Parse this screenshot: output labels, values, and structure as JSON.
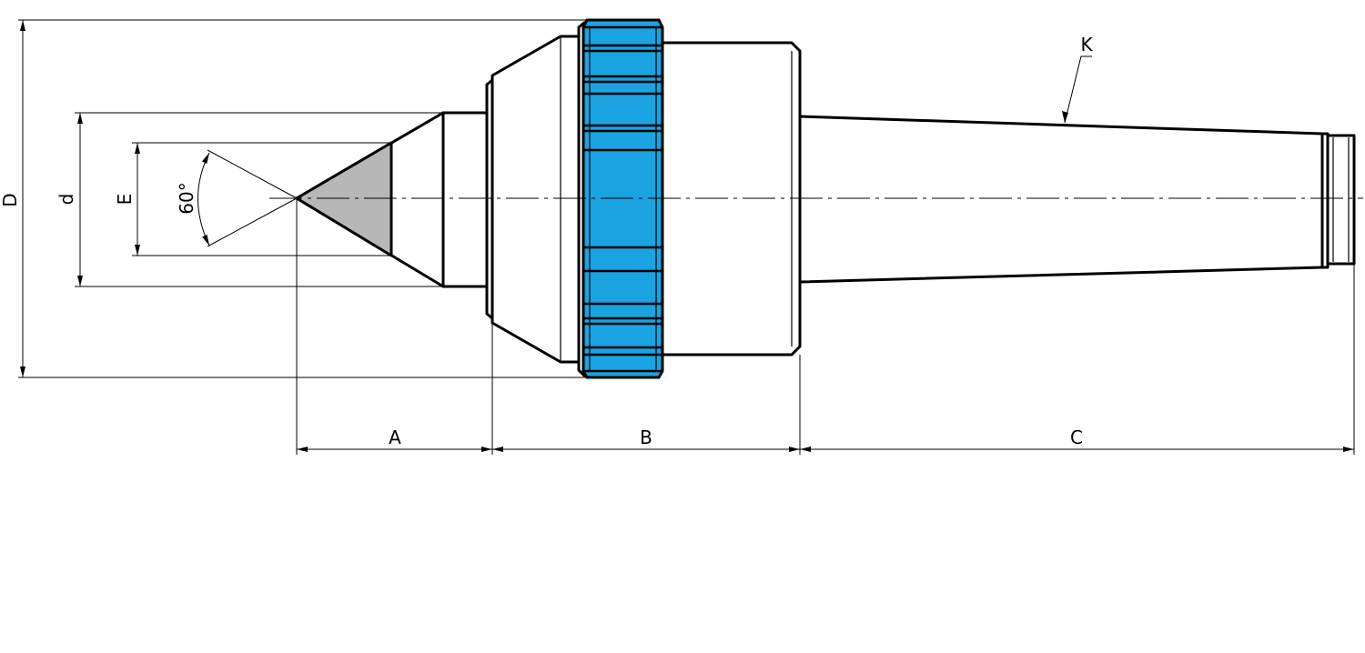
{
  "colors": {
    "knurl": "#1aa3e0",
    "tip": "#b7b7b7",
    "line": "#000000",
    "background": "#ffffff"
  },
  "labels": {
    "A": "A",
    "B": "B",
    "C": "C",
    "D": "D",
    "d": "d",
    "E": "E",
    "K": "K",
    "angle": "60°"
  }
}
